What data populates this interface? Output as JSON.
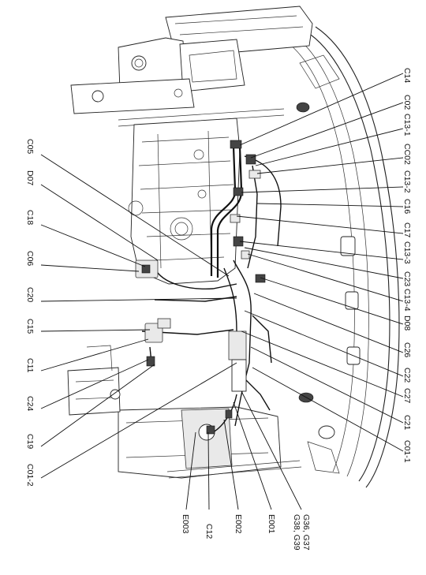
{
  "labels": {
    "c14": "C14",
    "c02": "C02",
    "c13_1": "C13-1",
    "cc02": "CC02",
    "c13_2": "C13-2",
    "c16": "C16",
    "c17": "C17",
    "c13_3": "C13-3",
    "c23": "C23",
    "c13_4": "C13-4",
    "d08": "D08",
    "c26": "C26",
    "c22": "C22",
    "c27": "C27",
    "c21": "C21",
    "c01_1": "C01-1",
    "c05": "C05",
    "d07": "D07",
    "c18": "C18",
    "c06": "C06",
    "c20": "C20",
    "c15": "C15",
    "c11": "C11",
    "c24": "C24",
    "c19": "C19",
    "c01_2": "C01-2",
    "e003": "E003",
    "c12": "C12",
    "e002": "E002",
    "e001": "E001",
    "g36_g37": "G36, G37",
    "g38_g39": "G38, G39"
  }
}
